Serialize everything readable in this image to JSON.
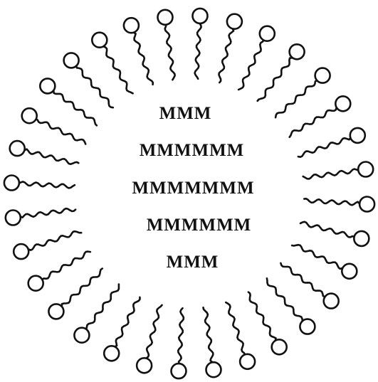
{
  "diagram": {
    "type": "micelle",
    "surfactant_count": 32,
    "stroke_color": "#111111",
    "background_color": "#ffffff",
    "core": {
      "rows": [
        "MMM",
        "MMMMMM",
        "MMMMMMM",
        "MMMMMM",
        "MMM"
      ]
    }
  }
}
